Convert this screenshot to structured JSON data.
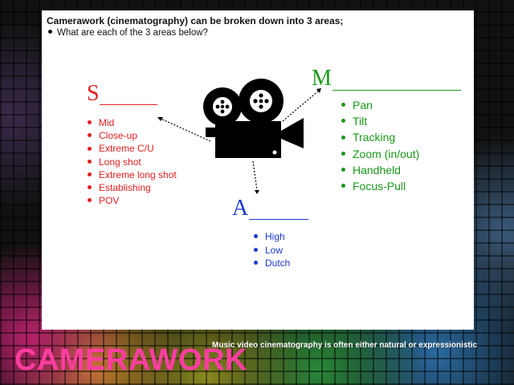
{
  "slide": {
    "title": "Camerawork (cinematography) can be broken down into 3 areas;",
    "question": "What are each of the 3 areas below?"
  },
  "areas": {
    "s": {
      "letter": "S",
      "color": "#e32020",
      "items": [
        "Mid",
        "Close-up",
        "Extreme C/U",
        "Long shot",
        "Extreme long shot",
        "Establishing",
        "POV"
      ]
    },
    "m": {
      "letter": "M",
      "color": "#1a9a1a",
      "items": [
        "Pan",
        "Tilt",
        "Tracking",
        "Zoom (in/out)",
        "Handheld",
        "Focus-Pull"
      ]
    },
    "a": {
      "letter": "A",
      "color": "#1e3ad0",
      "items": [
        "High",
        "Low",
        "Dutch"
      ]
    }
  },
  "icons": {
    "center": "movie-camera-icon"
  },
  "footer": {
    "logo": "CAMERAWORK",
    "caption": "Music video cinematography is often either natural or expressionistic",
    "logo_color": "#ff3da0"
  }
}
